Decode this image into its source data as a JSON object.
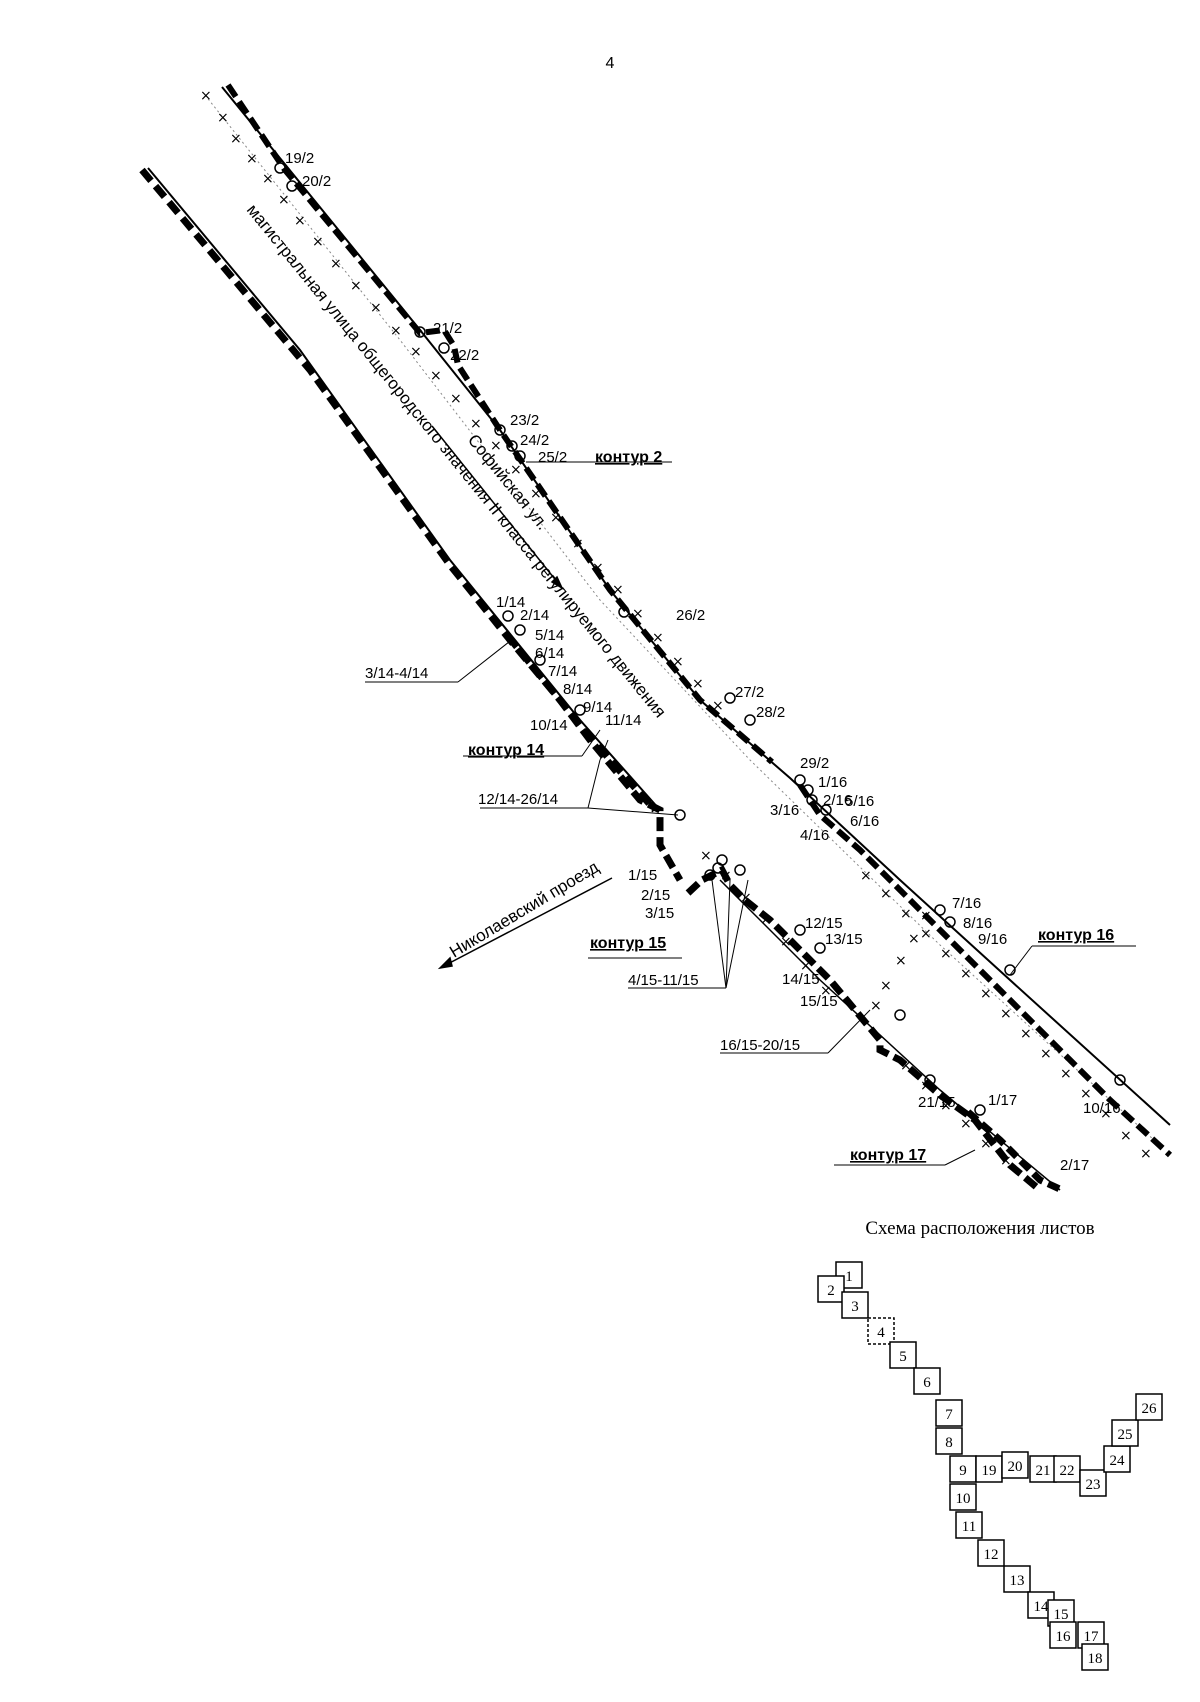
{
  "page_number": "4",
  "street_labels": {
    "sofiyskaya": "Софийская ул.",
    "magistral": "магистральная улица общегородского значения II класса регулируемого движения",
    "nikolaevsky": "Николаевский проезд"
  },
  "contours": {
    "c2": "контур 2",
    "c14": "контур 14",
    "c15": "контур 15",
    "c16": "контур 16",
    "c17": "контур 17"
  },
  "points": {
    "p19_2": "19/2",
    "p20_2": "20/2",
    "p21_2": "21/2",
    "p22_2": "22/2",
    "p23_2": "23/2",
    "p24_2": "24/2",
    "p25_2": "25/2",
    "p26_2": "26/2",
    "p27_2": "27/2",
    "p28_2": "28/2",
    "p29_2": "29/2",
    "p1_14": "1/14",
    "p2_14": "2/14",
    "p5_14": "5/14",
    "p6_14": "6/14",
    "p7_14": "7/14",
    "p8_14": "8/14",
    "p9_14": "9/14",
    "p10_14": "10/14",
    "p11_14": "11/14",
    "p3_14_4_14": "3/14-4/14",
    "p12_14_26_14": "12/14-26/14",
    "p1_15": "1/15",
    "p2_15": "2/15",
    "p3_15": "3/15",
    "p4_15_11_15": "4/15-11/15",
    "p12_15": "12/15",
    "p13_15": "13/15",
    "p14_15": "14/15",
    "p15_15": "15/15",
    "p16_15_20_15": "16/15-20/15",
    "p21_15": "21/15",
    "p1_16": "1/16",
    "p2_16": "2/16",
    "p3_16": "3/16",
    "p4_16": "4/16",
    "p5_16": "5/16",
    "p6_16": "6/16",
    "p7_16": "7/16",
    "p8_16": "8/16",
    "p9_16": "9/16",
    "p10_16": "10/16",
    "p1_17": "1/17",
    "p2_17": "2/17"
  },
  "sheet_scheme": {
    "title": "Схема расположения листов",
    "sheets": [
      "1",
      "2",
      "3",
      "4",
      "5",
      "6",
      "7",
      "8",
      "9",
      "10",
      "11",
      "12",
      "13",
      "14",
      "15",
      "16",
      "17",
      "18",
      "19",
      "20",
      "21",
      "22",
      "23",
      "24",
      "25",
      "26"
    ],
    "current_sheet": "4"
  }
}
